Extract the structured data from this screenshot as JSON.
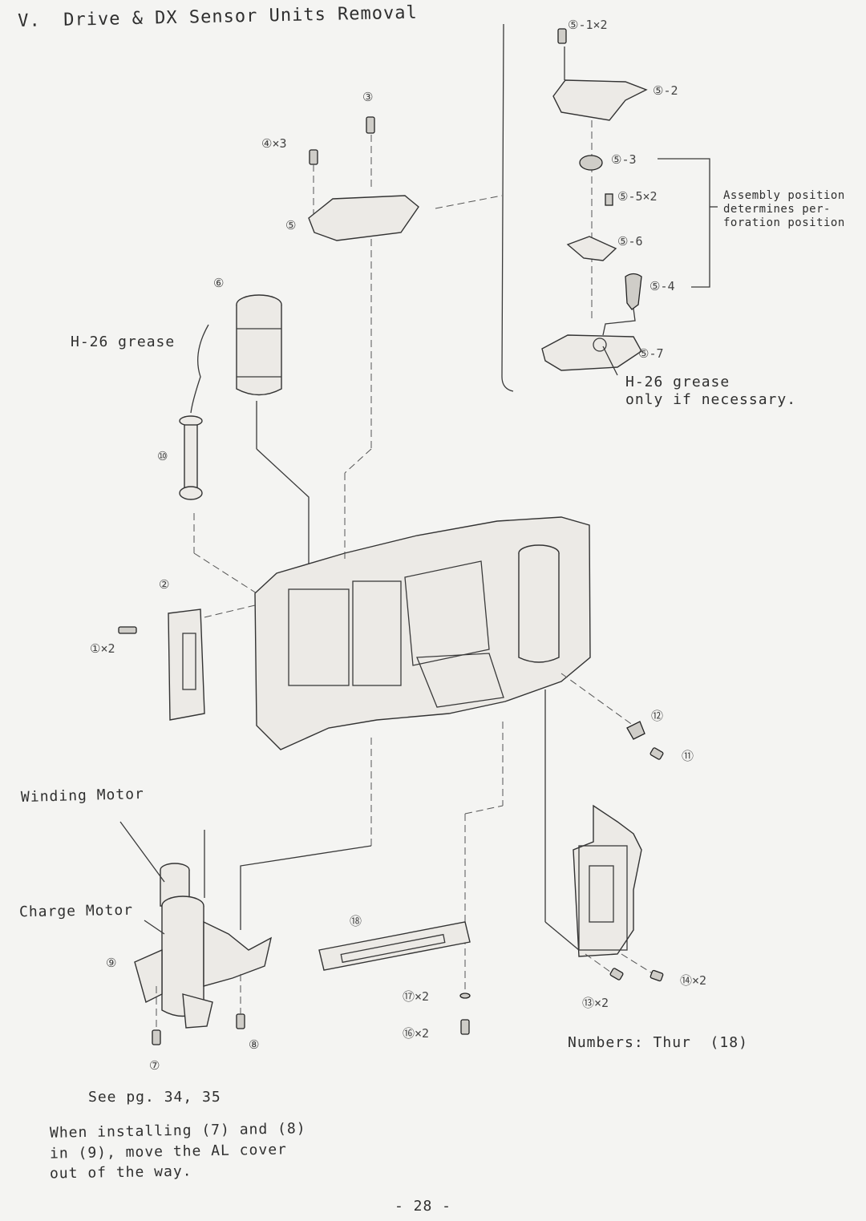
{
  "title": "V.  Drive & DX Sensor Units Removal",
  "labels": {
    "grease_h26": "H-26 grease",
    "winding_motor": "Winding Motor",
    "charge_motor": "Charge Motor",
    "grease_note_line1": "H-26 grease",
    "grease_note_line2": "only if necessary.",
    "assembly_note_line1": "Assembly position",
    "assembly_note_line2": "determines per-",
    "assembly_note_line3": "foration position",
    "numbers_thru": "Numbers: Thur  (18)",
    "see_pg": "See pg. 34, 35",
    "install_note_line1": "When installing (7) and (8)",
    "install_note_line2": "in (9), move the AL cover",
    "install_note_line3": "out of the way.",
    "page_number": "- 28 -"
  },
  "callouts": {
    "c1": "①×2",
    "c2": "②",
    "c3": "③",
    "c4": "④×3",
    "c5": "⑤",
    "c5_1": "⑤-1×2",
    "c5_2": "⑤-2",
    "c5_3": "⑤-3",
    "c5_4": "⑤-4",
    "c5_5": "⑤-5×2",
    "c5_6": "⑤-6",
    "c5_7": "⑤-7",
    "c6": "⑥",
    "c7": "⑦",
    "c8": "⑧",
    "c9": "⑨",
    "c10": "⑩",
    "c11": "⑪",
    "c12": "⑫",
    "c13": "⑬×2",
    "c14": "⑭×2",
    "c16": "⑯×2",
    "c17": "⑰×2",
    "c18": "⑱"
  }
}
